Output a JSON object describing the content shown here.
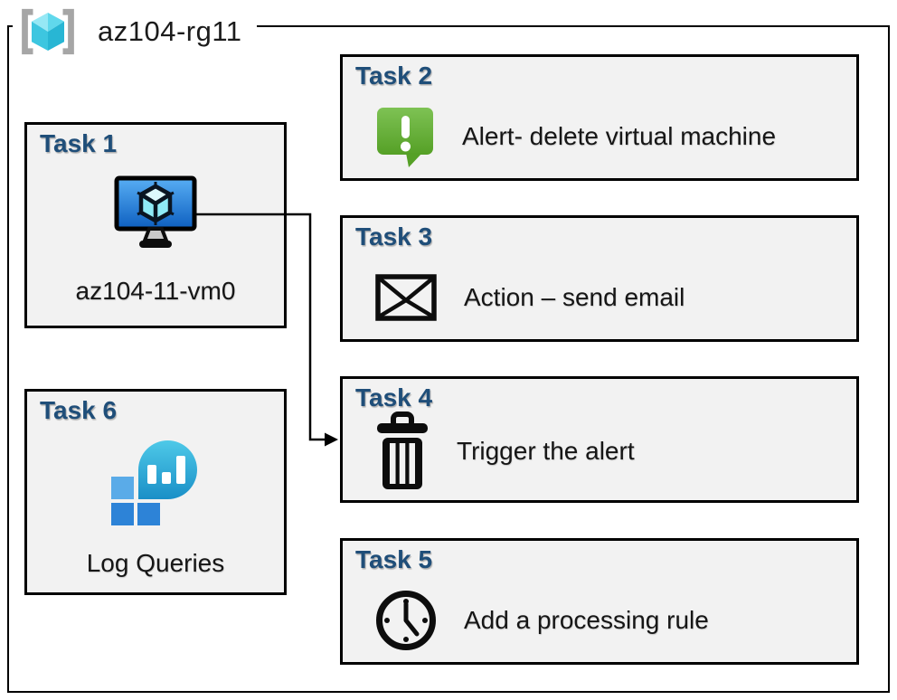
{
  "diagram": {
    "group_label": "az104-rg11",
    "tasks": [
      {
        "title": "Task 1",
        "label": "az104-11-vm0",
        "icon": "virtual-machine-icon"
      },
      {
        "title": "Task 2",
        "label": "Alert- delete virtual machine",
        "icon": "alert-message-icon"
      },
      {
        "title": "Task 3",
        "label": "Action – send email",
        "icon": "email-envelope-icon"
      },
      {
        "title": "Task 4",
        "label": "Trigger the alert",
        "icon": "trash-icon"
      },
      {
        "title": "Task 5",
        "label": "Add a processing rule",
        "icon": "clock-icon"
      },
      {
        "title": "Task 6",
        "label": "Log Queries",
        "icon": "log-queries-icon"
      }
    ],
    "connector": {
      "from": "Task 1",
      "to": "Task 4"
    },
    "colors": {
      "task_title_blue": "#1f4e79",
      "box_fill": "#f2f2f2",
      "border_black": "#000000",
      "alert_green_top": "#7ec254",
      "alert_green_bottom": "#55a026",
      "monitor_blue_top": "#58aef4",
      "monitor_blue_bottom": "#0d5fc0",
      "log_bubble_top": "#4ec9e8",
      "log_bubble_bottom": "#1a8fc7",
      "log_square_light": "#5aabe8",
      "log_square_dark": "#2d83d7",
      "rg_bracket_gray": "#a6a6a6",
      "rg_cube_cyan": "#3cc6e0"
    }
  }
}
